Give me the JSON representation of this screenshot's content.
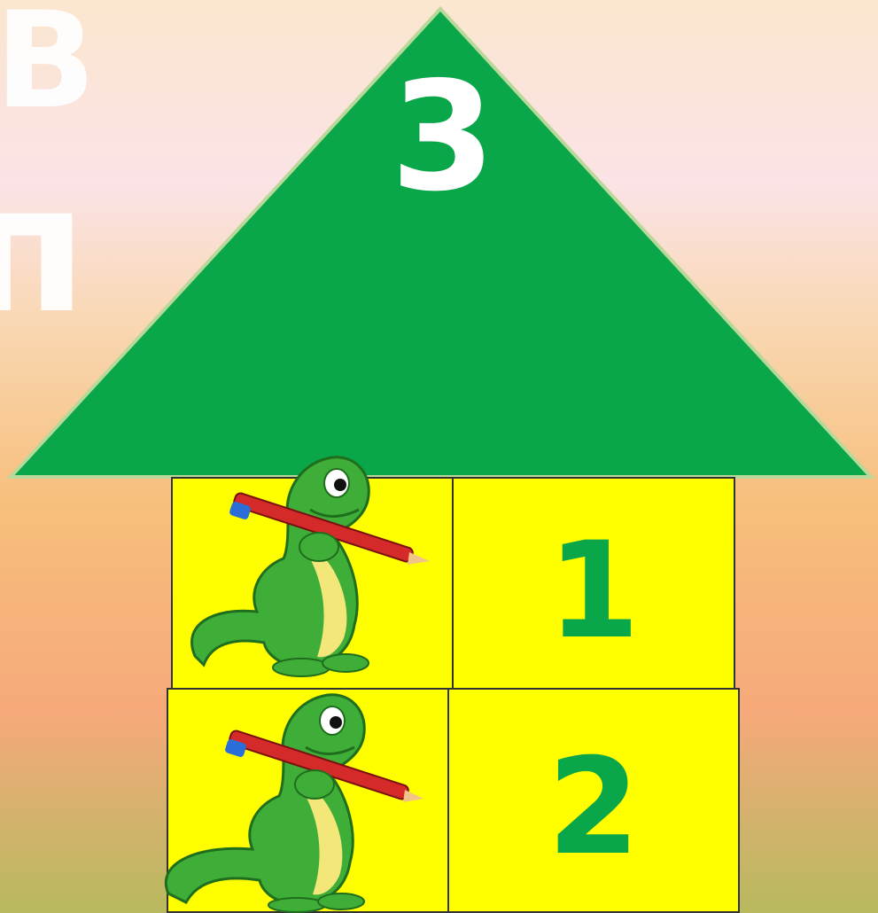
{
  "background_letters": [
    "В",
    "п"
  ],
  "roof": {
    "number": "3",
    "color": "#0aa64a"
  },
  "rows": [
    {
      "left_cell": {
        "content": "dinosaur-with-pencil-image"
      },
      "right_cell": {
        "number": "1"
      }
    },
    {
      "left_cell": {
        "content": "dinosaur-with-pencil-image"
      },
      "right_cell": {
        "number": "2"
      }
    }
  ],
  "colors": {
    "cell": "#ffff00",
    "number": "#0aa64a",
    "roof_number": "#ffffff"
  }
}
